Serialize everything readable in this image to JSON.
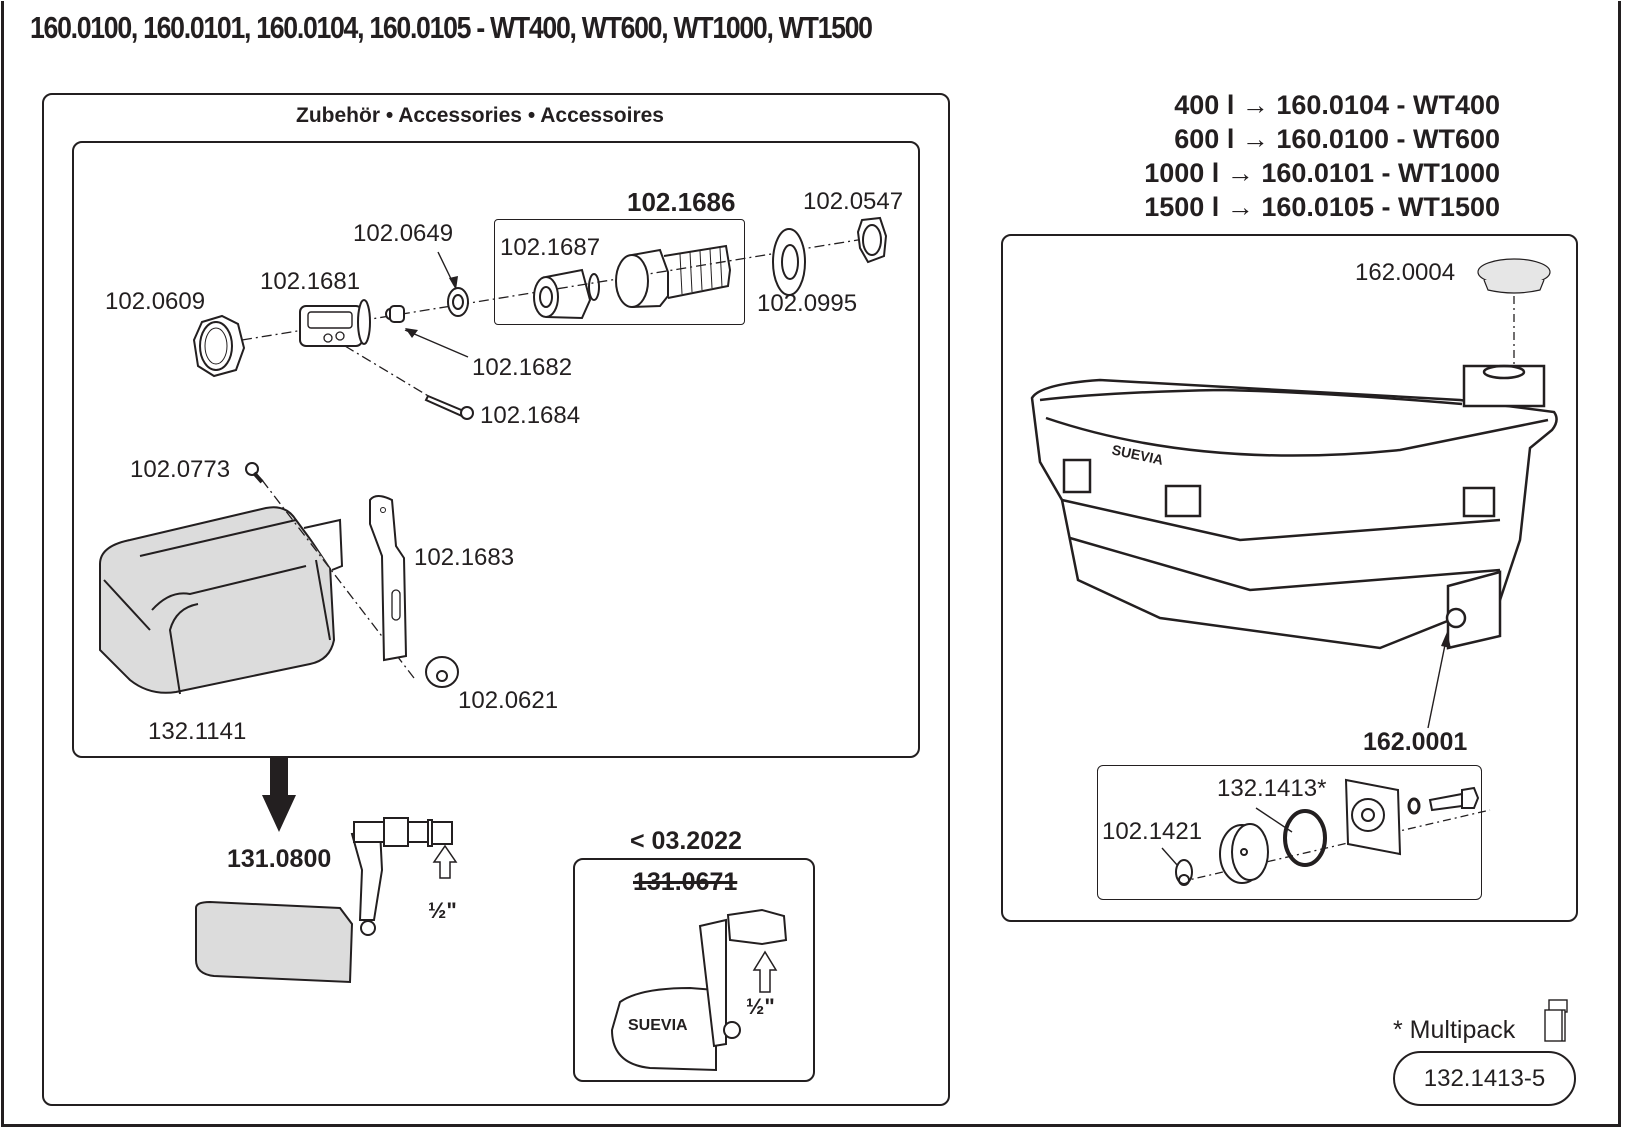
{
  "title": "160.0100, 160.0101, 160.0104, 160.0105 - WT400, WT600, WT1000, WT1500",
  "accessories": {
    "header": "Zubehör • Accessories • Accessoires",
    "kit_label": "102.1686",
    "parts": {
      "p0609": "102.0609",
      "p1681": "102.1681",
      "p0649": "102.0649",
      "p1687": "102.1687",
      "p0547": "102.0547",
      "p0995": "102.0995",
      "p1682": "102.1682",
      "p1684": "102.1684",
      "p0773": "102.0773",
      "p1683": "102.1683",
      "p0621": "102.0621",
      "p1141": "132.1141"
    },
    "assembly_label": "131.0800",
    "thread_size": "½\"",
    "old_version": {
      "date_label": "< 03.2022",
      "part_label": "131.0671",
      "thread_size": "½\"",
      "brand": "SUEVIA"
    }
  },
  "variants": [
    {
      "volume": "400 l",
      "arrow": "→",
      "code": "160.0104 - WT400"
    },
    {
      "volume": "600 l",
      "arrow": "→",
      "code": "160.0100 - WT600"
    },
    {
      "volume": "1000 l",
      "arrow": "→",
      "code": "160.0101 - WT1000"
    },
    {
      "volume": "1500 l",
      "arrow": "→",
      "code": "160.0105 - WT1500"
    }
  ],
  "tank": {
    "cap_label": "162.0004",
    "drain_label": "162.0001",
    "brand": "SUEVIA",
    "drain_parts": {
      "oring": "132.1413*",
      "wingnut": "102.1421"
    }
  },
  "multipack": {
    "label": "* Multipack",
    "code": "132.1413-5"
  }
}
